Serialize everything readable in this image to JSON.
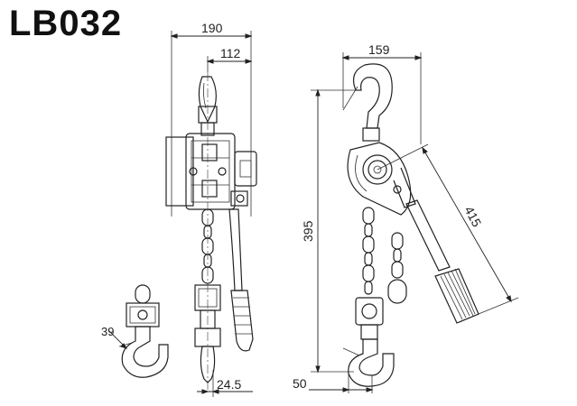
{
  "model": "LB032",
  "dimensions": {
    "overall_width": "190",
    "hook_offset": "112",
    "chain_offset": "24.5",
    "side_width": "159",
    "closed_height": "395",
    "lever_length": "415",
    "hook_opening": "39",
    "hook_throat": "50"
  },
  "colors": {
    "ink": "#222222",
    "background": "#ffffff"
  }
}
